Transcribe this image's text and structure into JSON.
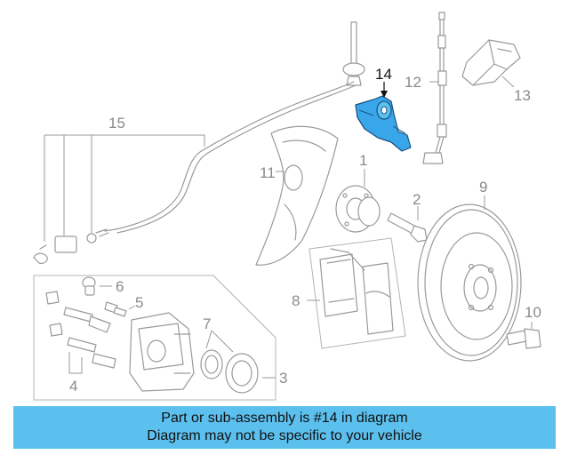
{
  "diagram": {
    "callouts": {
      "c1": "1",
      "c2": "2",
      "c3": "3",
      "c4": "4",
      "c5": "5",
      "c6": "6",
      "c7": "7",
      "c8": "8",
      "c9": "9",
      "c10": "10",
      "c11": "11",
      "c12": "12",
      "c13": "13",
      "c14": "14",
      "c15": "15"
    },
    "highlight_color": "#3aa6ea",
    "line_color": "#9a9a9a"
  },
  "banner": {
    "line1": "Part or sub-assembly is #14 in diagram",
    "line2": "Diagram may not be specific to your vehicle",
    "background": "#5cc0ee"
  }
}
